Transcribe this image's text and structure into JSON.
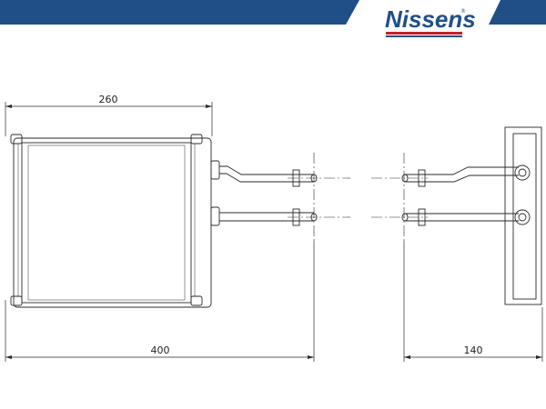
{
  "brand": {
    "name": "Nissens",
    "color": "#1f4f86",
    "stripe_red": "#c4202e",
    "stripe_blue": "#1f4f86"
  },
  "header": {
    "band_color": "#1f4f86"
  },
  "dimensions": {
    "core_width": "260",
    "overall_width": "400",
    "depth": "140"
  },
  "drawing": {
    "line_color": "#2a2a2a",
    "icons": [
      "heater-core-front-view",
      "heater-core-side-view",
      "centerline-dash-dot"
    ]
  }
}
